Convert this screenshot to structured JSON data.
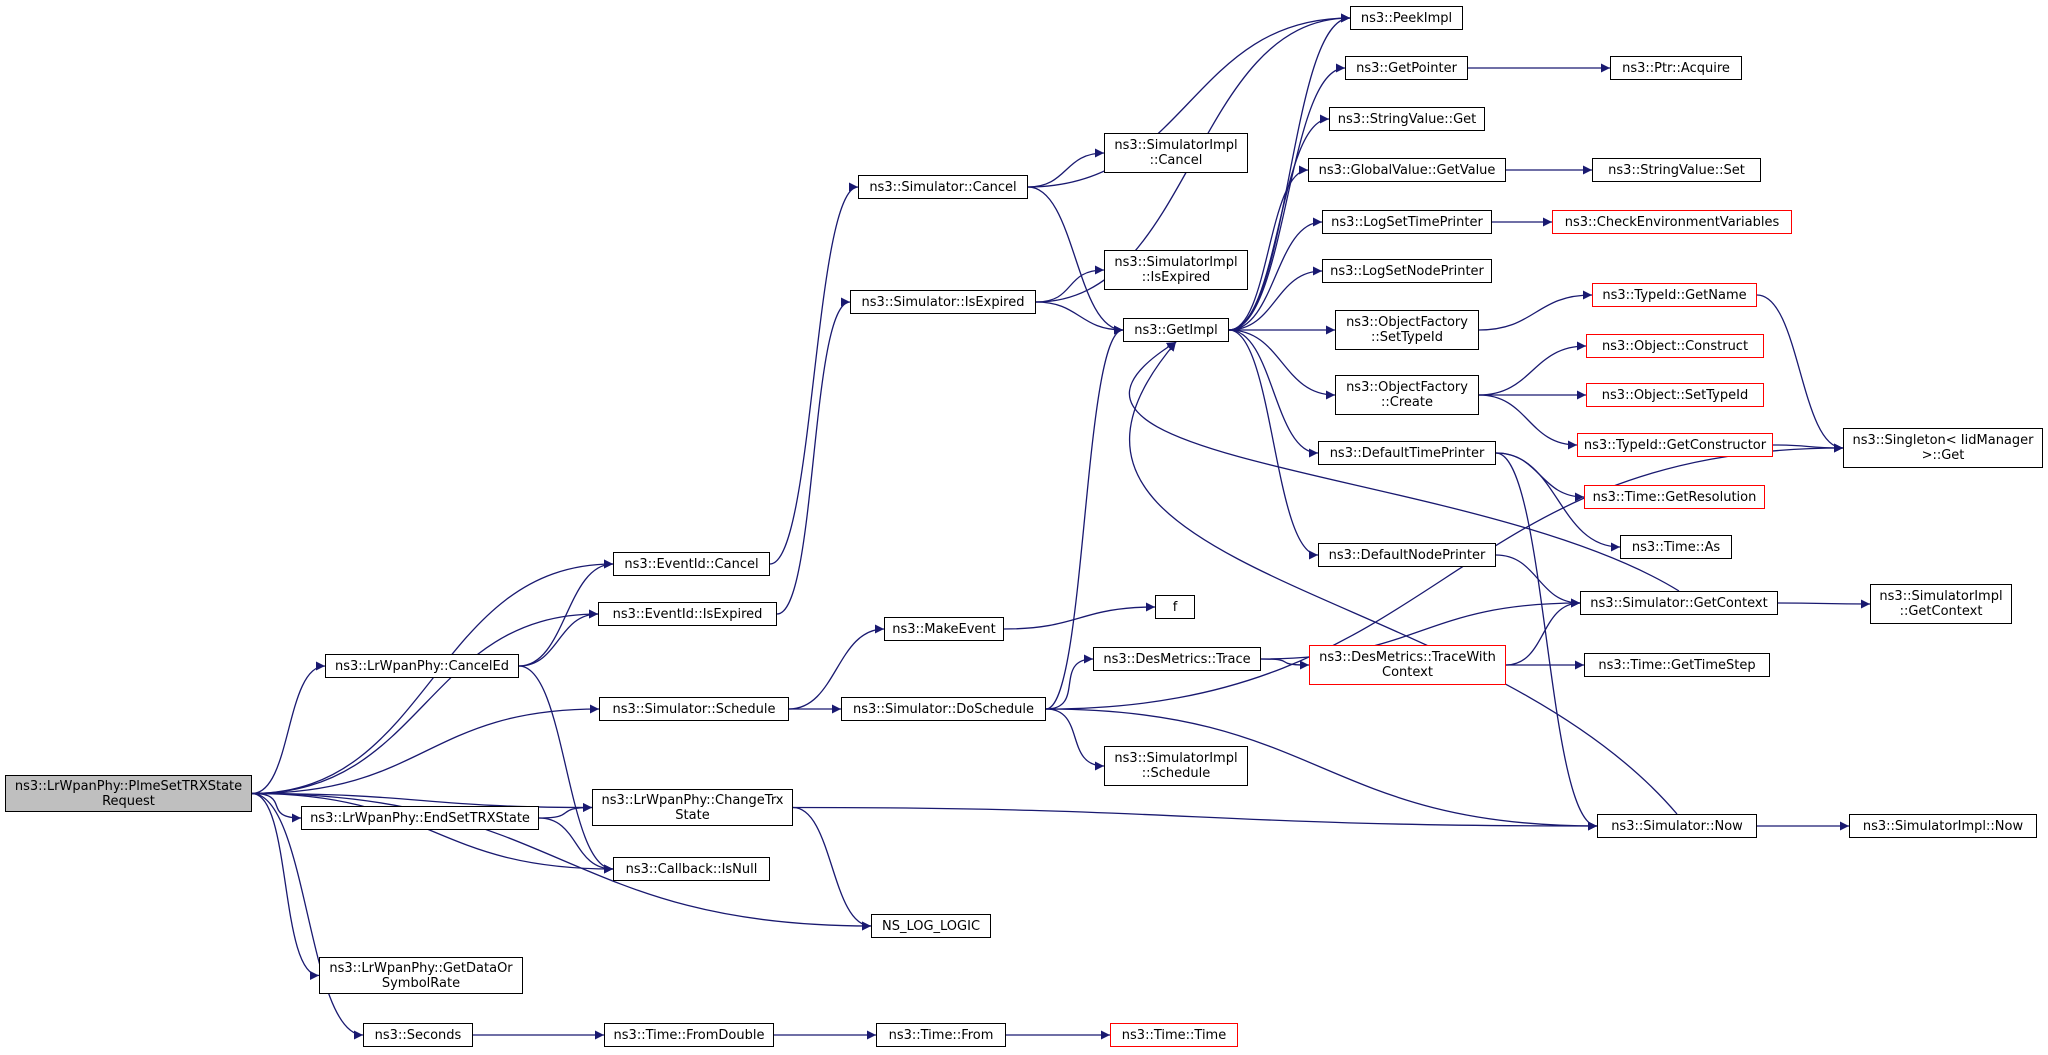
{
  "diagram": {
    "nodes": [
      {
        "id": "root",
        "label": "ns3::LrWpanPhy::PlmeSetTRXState\nRequest",
        "root": true
      },
      {
        "id": "eventid_cancel",
        "label": "ns3::EventId::Cancel"
      },
      {
        "id": "eventid_isexpired",
        "label": "ns3::EventId::IsExpired"
      },
      {
        "id": "canceled",
        "label": "ns3::LrWpanPhy::CancelEd"
      },
      {
        "id": "sim_schedule",
        "label": "ns3::Simulator::Schedule"
      },
      {
        "id": "endsettrx",
        "label": "ns3::LrWpanPhy::EndSetTRXState"
      },
      {
        "id": "changetrx",
        "label": "ns3::LrWpanPhy::ChangeTrx\nState"
      },
      {
        "id": "callback_isnull",
        "label": "ns3::Callback::IsNull"
      },
      {
        "id": "ns_log_logic",
        "label": "NS_LOG_LOGIC"
      },
      {
        "id": "getdataor",
        "label": "ns3::LrWpanPhy::GetDataOr\nSymbolRate"
      },
      {
        "id": "seconds",
        "label": "ns3::Seconds"
      },
      {
        "id": "fromdouble",
        "label": "ns3::Time::FromDouble"
      },
      {
        "id": "time_from",
        "label": "ns3::Time::From"
      },
      {
        "id": "time_time",
        "label": "ns3::Time::Time",
        "truncated": true
      },
      {
        "id": "sim_cancel",
        "label": "ns3::Simulator::Cancel"
      },
      {
        "id": "sim_isexpired",
        "label": "ns3::Simulator::IsExpired"
      },
      {
        "id": "makeevent",
        "label": "ns3::MakeEvent"
      },
      {
        "id": "sim_doschedule",
        "label": "ns3::Simulator::DoSchedule"
      },
      {
        "id": "simimpl_cancel",
        "label": "ns3::SimulatorImpl\n::Cancel"
      },
      {
        "id": "simimpl_isexpired",
        "label": "ns3::SimulatorImpl\n::IsExpired"
      },
      {
        "id": "getimpl",
        "label": "ns3::GetImpl"
      },
      {
        "id": "f",
        "label": "f"
      },
      {
        "id": "desmetrics_trace",
        "label": "ns3::DesMetrics::Trace"
      },
      {
        "id": "simimpl_schedule",
        "label": "ns3::SimulatorImpl\n::Schedule"
      },
      {
        "id": "peekimpl",
        "label": "ns3::PeekImpl"
      },
      {
        "id": "getpointer",
        "label": "ns3::GetPointer"
      },
      {
        "id": "stringvalue_get",
        "label": "ns3::StringValue::Get"
      },
      {
        "id": "globalvalue_getvalue",
        "label": "ns3::GlobalValue::GetValue"
      },
      {
        "id": "logsettimeprinter",
        "label": "ns3::LogSetTimePrinter"
      },
      {
        "id": "logsetnodeprinter",
        "label": "ns3::LogSetNodePrinter"
      },
      {
        "id": "objfactory_settypeid",
        "label": "ns3::ObjectFactory\n::SetTypeId"
      },
      {
        "id": "objfactory_create",
        "label": "ns3::ObjectFactory\n::Create"
      },
      {
        "id": "defaulttimeprinter",
        "label": "ns3::DefaultTimePrinter"
      },
      {
        "id": "defaultnodeprinter",
        "label": "ns3::DefaultNodePrinter"
      },
      {
        "id": "desmetrics_tracewithcontext",
        "label": "ns3::DesMetrics::TraceWith\nContext",
        "truncated": true
      },
      {
        "id": "sim_now",
        "label": "ns3::Simulator::Now"
      },
      {
        "id": "ptr_acquire",
        "label": "ns3::Ptr::Acquire"
      },
      {
        "id": "stringvalue_set",
        "label": "ns3::StringValue::Set"
      },
      {
        "id": "checkenv",
        "label": "ns3::CheckEnvironmentVariables",
        "truncated": true
      },
      {
        "id": "typeid_getname",
        "label": "ns3::TypeId::GetName",
        "truncated": true
      },
      {
        "id": "object_construct",
        "label": "ns3::Object::Construct",
        "truncated": true
      },
      {
        "id": "object_settypeid",
        "label": "ns3::Object::SetTypeId",
        "truncated": true
      },
      {
        "id": "typeid_getconstructor",
        "label": "ns3::TypeId::GetConstructor",
        "truncated": true
      },
      {
        "id": "time_getresolution",
        "label": "ns3::Time::GetResolution",
        "truncated": true
      },
      {
        "id": "time_as",
        "label": "ns3::Time::As"
      },
      {
        "id": "sim_getcontext",
        "label": "ns3::Simulator::GetContext"
      },
      {
        "id": "time_gettimestep",
        "label": "ns3::Time::GetTimeStep"
      },
      {
        "id": "simimpl_now",
        "label": "ns3::SimulatorImpl::Now"
      },
      {
        "id": "singleton_get",
        "label": "ns3::Singleton< IidManager\n>::Get"
      },
      {
        "id": "simimpl_getcontext",
        "label": "ns3::SimulatorImpl\n::GetContext"
      }
    ],
    "edges": [
      [
        "root",
        "eventid_cancel"
      ],
      [
        "root",
        "eventid_isexpired"
      ],
      [
        "root",
        "canceled"
      ],
      [
        "root",
        "sim_schedule"
      ],
      [
        "root",
        "endsettrx"
      ],
      [
        "root",
        "changetrx"
      ],
      [
        "root",
        "callback_isnull"
      ],
      [
        "root",
        "ns_log_logic"
      ],
      [
        "root",
        "getdataor"
      ],
      [
        "root",
        "seconds"
      ],
      [
        "canceled",
        "eventid_cancel"
      ],
      [
        "canceled",
        "eventid_isexpired"
      ],
      [
        "canceled",
        "callback_isnull"
      ],
      [
        "endsettrx",
        "changetrx"
      ],
      [
        "endsettrx",
        "callback_isnull"
      ],
      [
        "changetrx",
        "ns_log_logic"
      ],
      [
        "changetrx",
        "sim_now"
      ],
      [
        "seconds",
        "fromdouble"
      ],
      [
        "fromdouble",
        "time_from"
      ],
      [
        "time_from",
        "time_time"
      ],
      [
        "eventid_cancel",
        "sim_cancel"
      ],
      [
        "eventid_isexpired",
        "sim_isexpired"
      ],
      [
        "sim_schedule",
        "makeevent"
      ],
      [
        "sim_schedule",
        "sim_doschedule"
      ],
      [
        "makeevent",
        "f"
      ],
      [
        "sim_cancel",
        "peekimpl"
      ],
      [
        "sim_cancel",
        "simimpl_cancel"
      ],
      [
        "sim_cancel",
        "getimpl"
      ],
      [
        "sim_isexpired",
        "peekimpl"
      ],
      [
        "sim_isexpired",
        "simimpl_isexpired"
      ],
      [
        "sim_isexpired",
        "getimpl"
      ],
      [
        "sim_doschedule",
        "getimpl"
      ],
      [
        "sim_doschedule",
        "desmetrics_trace"
      ],
      [
        "sim_doschedule",
        "simimpl_schedule"
      ],
      [
        "sim_doschedule",
        "sim_now"
      ],
      [
        "sim_doschedule",
        "singleton_get"
      ],
      [
        "desmetrics_trace",
        "desmetrics_tracewithcontext"
      ],
      [
        "desmetrics_trace",
        "sim_getcontext"
      ],
      [
        "desmetrics_tracewithcontext",
        "sim_getcontext"
      ],
      [
        "desmetrics_tracewithcontext",
        "time_gettimestep"
      ],
      [
        "getimpl",
        "peekimpl"
      ],
      [
        "getimpl",
        "getpointer"
      ],
      [
        "getimpl",
        "stringvalue_get"
      ],
      [
        "getimpl",
        "globalvalue_getvalue"
      ],
      [
        "getimpl",
        "logsettimeprinter"
      ],
      [
        "getimpl",
        "logsetnodeprinter"
      ],
      [
        "getimpl",
        "objfactory_settypeid"
      ],
      [
        "getimpl",
        "objfactory_create"
      ],
      [
        "getimpl",
        "defaulttimeprinter"
      ],
      [
        "getimpl",
        "defaultnodeprinter"
      ],
      [
        "getpointer",
        "ptr_acquire"
      ],
      [
        "globalvalue_getvalue",
        "stringvalue_set"
      ],
      [
        "logsettimeprinter",
        "checkenv"
      ],
      [
        "objfactory_settypeid",
        "typeid_getname"
      ],
      [
        "objfactory_create",
        "object_construct"
      ],
      [
        "objfactory_create",
        "object_settypeid"
      ],
      [
        "objfactory_create",
        "typeid_getconstructor"
      ],
      [
        "typeid_getname",
        "singleton_get"
      ],
      [
        "typeid_getconstructor",
        "singleton_get"
      ],
      [
        "defaulttimeprinter",
        "time_getresolution"
      ],
      [
        "defaulttimeprinter",
        "time_as"
      ],
      [
        "defaulttimeprinter",
        "sim_now"
      ],
      [
        "defaultnodeprinter",
        "sim_getcontext"
      ],
      [
        "sim_getcontext",
        "getimpl"
      ],
      [
        "sim_getcontext",
        "simimpl_getcontext"
      ],
      [
        "sim_now",
        "getimpl"
      ],
      [
        "sim_now",
        "simimpl_now"
      ]
    ]
  }
}
